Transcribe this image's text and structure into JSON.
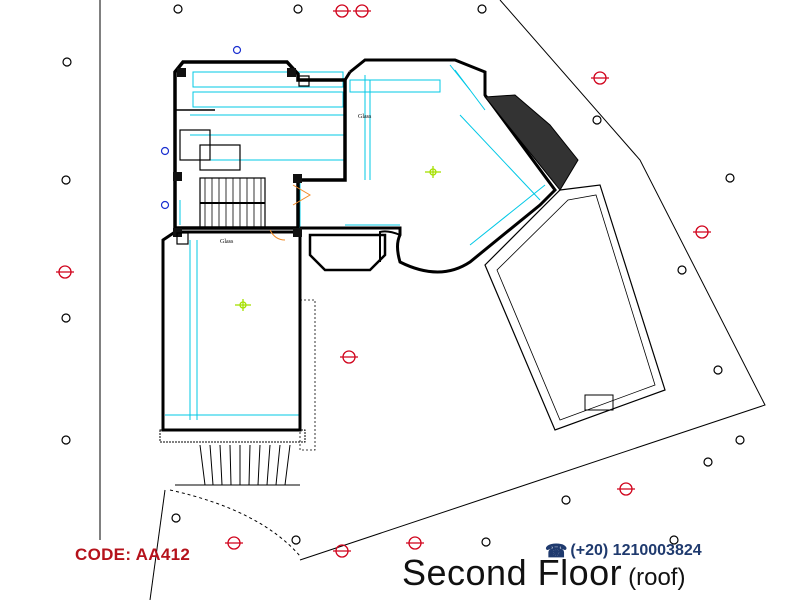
{
  "code_label": "CODE: AA412",
  "phone": {
    "icon": "phone-icon",
    "number": "(+20) 1210003824"
  },
  "title": {
    "main": "Second Floor",
    "sub": "(roof)"
  },
  "plan_labels": {
    "glass_1": "Glass",
    "glass_2": "Glass"
  },
  "colors": {
    "walls": "#000000",
    "fixtures": "#00c8e6",
    "lights": "#a6e000",
    "markers": "#d0021b",
    "code_text": "#b5121b",
    "phone_text": "#1f3a6e"
  }
}
